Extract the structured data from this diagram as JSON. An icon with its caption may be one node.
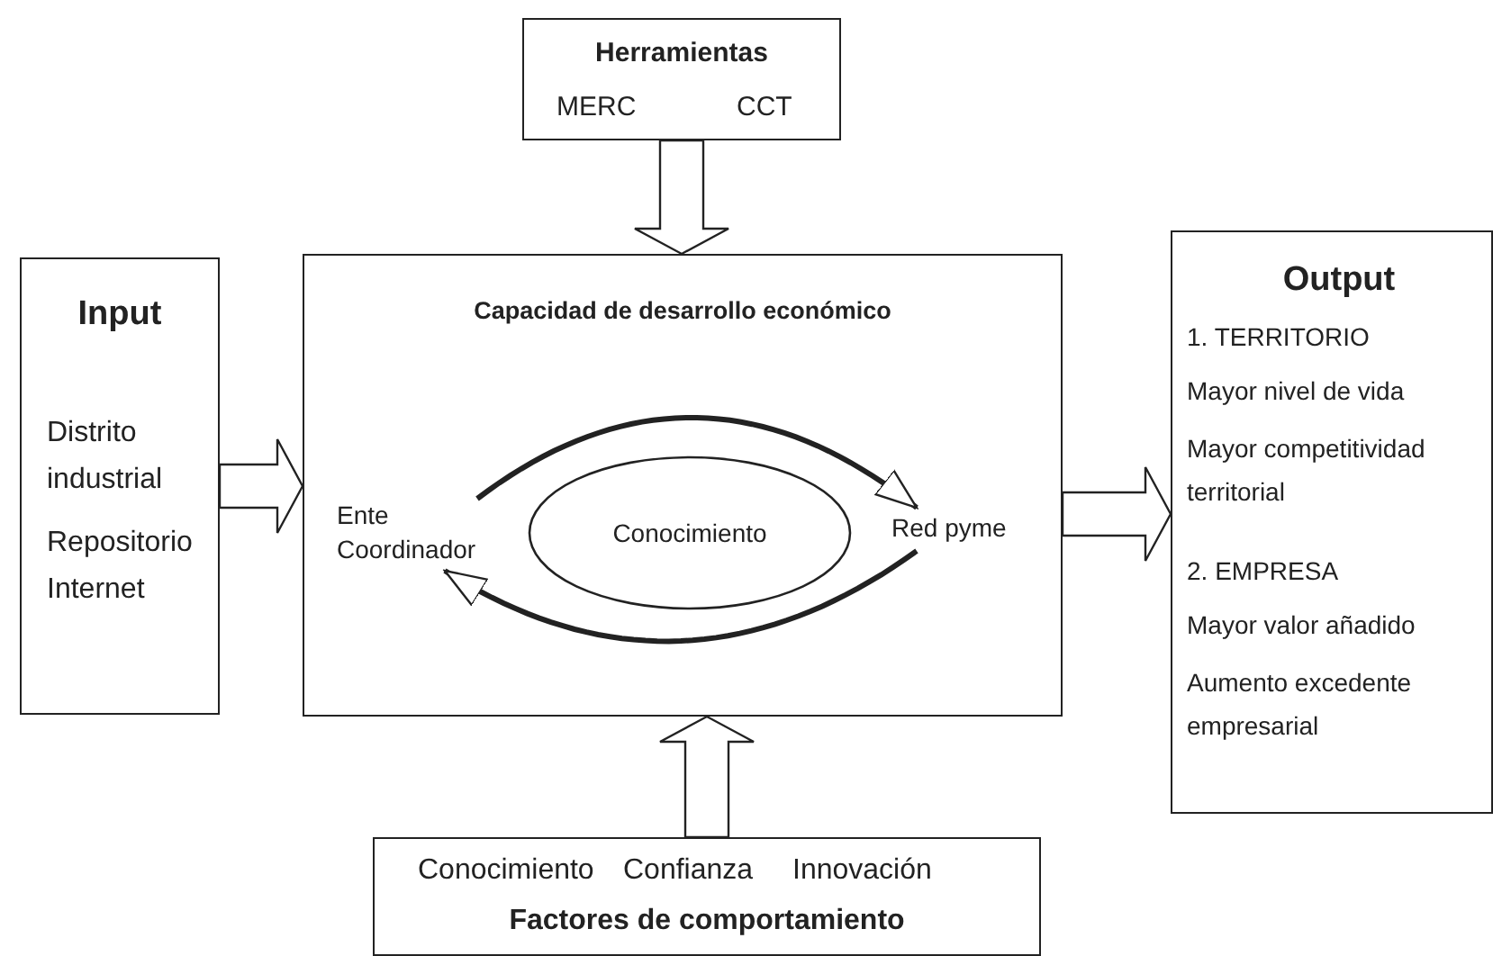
{
  "diagram": {
    "nodes": [
      {
        "text": [
          "Herramientas",
          "MERC",
          "CCT"
        ]
      },
      {
        "text": [
          "Input",
          "Distrito industrial",
          "Repositorio Internet"
        ]
      },
      {
        "text": [
          "Capacidad de desarrollo económico"
        ]
      },
      {
        "text": [
          "Conocimiento"
        ],
        "in": 2
      },
      {
        "text": [
          "Ente Coordinador"
        ],
        "in": 2
      },
      {
        "text": [
          "Red pyme"
        ],
        "in": 2
      },
      {
        "text": [
          "Output",
          "1. TERRITORIO",
          "Mayor nivel de vida",
          "Mayor competitividad territorial",
          "2. EMPRESA",
          "Mayor valor añadido",
          "Aumento excedente empresarial"
        ]
      },
      {
        "text": [
          "Conocimiento",
          "Confianza",
          "Innovación",
          "Factores de comportamiento"
        ]
      }
    ],
    "edges": [
      {
        "from": 0,
        "to": 2,
        "arrow": "to"
      },
      {
        "from": 1,
        "to": 2,
        "arrow": "to"
      },
      {
        "from": 2,
        "to": 6,
        "arrow": "to"
      },
      {
        "from": 7,
        "to": 2,
        "arrow": "to"
      },
      {
        "from": 4,
        "to": 5,
        "arrow": "to"
      },
      {
        "from": 5,
        "to": 4,
        "arrow": "to"
      }
    ]
  }
}
